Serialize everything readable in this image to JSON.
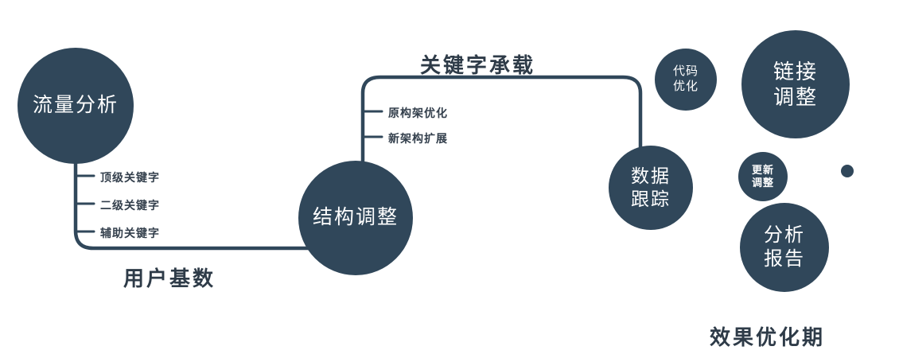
{
  "colors": {
    "node_fill": "#30475a",
    "line": "#30475a",
    "label_text": "#2e3b48"
  },
  "nodes": {
    "traffic": {
      "label": "流量分析"
    },
    "structure": {
      "label": "结构调整"
    },
    "data_tracking": {
      "line1": "数据",
      "line2": "跟踪"
    },
    "code_optimization": {
      "line1": "代码",
      "line2": "优化"
    },
    "link_adjustment": {
      "line1": "链接",
      "line2": "调整"
    },
    "update_adjustment": {
      "line1": "更新",
      "line2": "调整"
    },
    "analysis_report": {
      "line1": "分析",
      "line2": "报告"
    }
  },
  "branches": {
    "left": [
      "顶级关键字",
      "二级关键字",
      "辅助关键字"
    ],
    "middle": [
      "原构架优化",
      "新架构扩展"
    ]
  },
  "edge_labels": {
    "user_base": "用户基数",
    "keyword_bearing": "关键字承载"
  },
  "caption": "效果优化期"
}
